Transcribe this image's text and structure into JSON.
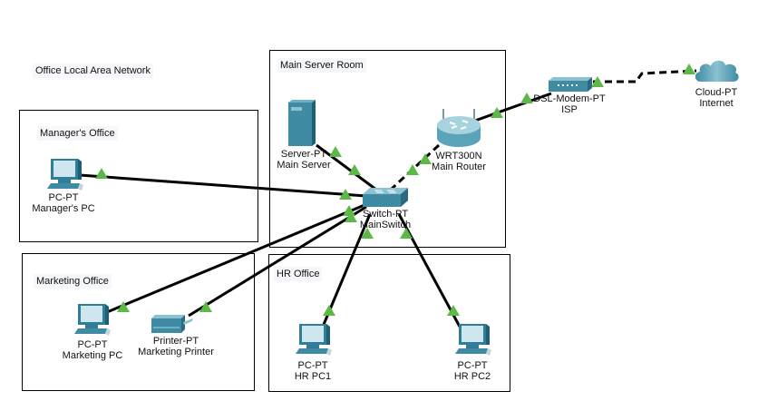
{
  "title_note": "Office Local Area Network",
  "areas": [
    {
      "id": "managers-office",
      "label": "Manager's Office"
    },
    {
      "id": "main-server-room",
      "label": "Main Server Room"
    },
    {
      "id": "marketing-office",
      "label": "Marketing Office"
    },
    {
      "id": "hr-office",
      "label": "HR Office"
    }
  ],
  "devices": [
    {
      "id": "managers-pc",
      "type_label": "PC-PT",
      "name": "Manager's PC",
      "icon": "pc-icon"
    },
    {
      "id": "main-server",
      "type_label": "Server-PT",
      "name": "Main Server",
      "icon": "server-icon"
    },
    {
      "id": "main-router",
      "type_label": "WRT300N",
      "name": "Main Router",
      "icon": "wireless-router-icon"
    },
    {
      "id": "main-switch",
      "type_label": "Switch-PT",
      "name": "MainSwitch",
      "icon": "switch-icon"
    },
    {
      "id": "isp-modem",
      "type_label": "DSL-Modem-PT",
      "name": "ISP",
      "icon": "dsl-modem-icon"
    },
    {
      "id": "internet-cloud",
      "type_label": "Cloud-PT",
      "name": "Internet",
      "icon": "cloud-icon"
    },
    {
      "id": "marketing-pc",
      "type_label": "PC-PT",
      "name": "Marketing PC",
      "icon": "pc-icon"
    },
    {
      "id": "marketing-printer",
      "type_label": "Printer-PT",
      "name": "Marketing Printer",
      "icon": "printer-icon"
    },
    {
      "id": "hr-pc1",
      "type_label": "PC-PT",
      "name": "HR PC1",
      "icon": "pc-icon"
    },
    {
      "id": "hr-pc2",
      "type_label": "PC-PT",
      "name": "HR PC2",
      "icon": "pc-icon"
    }
  ],
  "links": [
    {
      "from": "managers-pc",
      "to": "main-switch",
      "cable": "straight-through",
      "status": "up"
    },
    {
      "from": "main-server",
      "to": "main-switch",
      "cable": "straight-through",
      "status": "up"
    },
    {
      "from": "main-router",
      "to": "main-switch",
      "cable": "crossover",
      "status": "up"
    },
    {
      "from": "main-router",
      "to": "isp-modem",
      "cable": "straight-through",
      "status": "up"
    },
    {
      "from": "isp-modem",
      "to": "internet-cloud",
      "cable": "serial",
      "status": "up"
    },
    {
      "from": "marketing-pc",
      "to": "main-switch",
      "cable": "straight-through",
      "status": "up"
    },
    {
      "from": "marketing-printer",
      "to": "main-switch",
      "cable": "straight-through",
      "status": "up"
    },
    {
      "from": "hr-pc1",
      "to": "main-switch",
      "cable": "straight-through",
      "status": "up"
    },
    {
      "from": "hr-pc2",
      "to": "main-switch",
      "cable": "straight-through",
      "status": "up"
    }
  ],
  "colors": {
    "link_up": "#5cb946",
    "cable": "#000000",
    "device_teal": "#3e8ba3",
    "device_light": "#bfe0ea"
  }
}
